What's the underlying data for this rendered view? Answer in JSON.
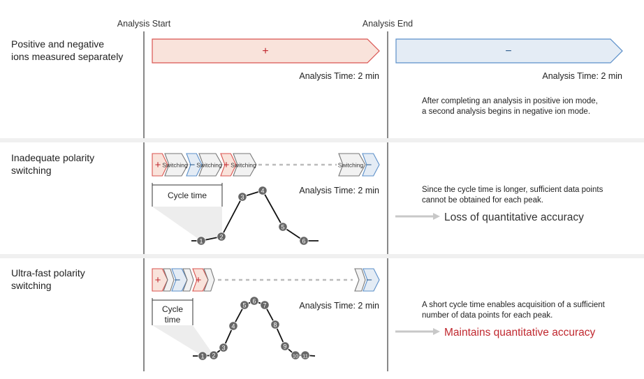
{
  "header": {
    "analysis_start": "Analysis Start",
    "analysis_end": "Analysis End"
  },
  "rows": [
    {
      "title_lines": [
        "Positive and negative",
        "ions measured separately"
      ],
      "segments": [
        "+",
        "−"
      ],
      "time_label_left": "Analysis Time: 2 min",
      "time_label_right": "Analysis Time: 2 min",
      "note_lines": [
        "After completing an analysis in positive ion mode,",
        "a second analysis begins in negative ion mode."
      ]
    },
    {
      "title_lines": [
        "Inadequate polarity",
        "switching"
      ],
      "cycle_blocks": [
        "+",
        "Switching",
        "−",
        "Switching",
        "+",
        "Switching"
      ],
      "end_blocks": [
        "Switching",
        "−"
      ],
      "cycle_label_lines": [
        "Cycle time"
      ],
      "time_label": "Analysis Time: 2 min",
      "point_labels": [
        "1",
        "2",
        "3",
        "4",
        "5",
        "6"
      ],
      "note_lines": [
        "Since the cycle time is longer, sufficient data points",
        "cannot be obtained for each peak."
      ],
      "result": "Loss of quantitative accuracy",
      "result_color": "#333333"
    },
    {
      "title_lines": [
        "Ultra-fast polarity",
        "switching"
      ],
      "cycle_blocks": [
        "+",
        "",
        "−",
        "",
        "+",
        ""
      ],
      "end_blocks": [
        "",
        "−"
      ],
      "cycle_label_lines": [
        "Cycle",
        "time"
      ],
      "time_label": "Analysis Time: 2 min",
      "point_labels": [
        "1",
        "2",
        "3",
        "4",
        "5",
        "6",
        "7",
        "8",
        "9",
        "10",
        "11"
      ],
      "note_lines": [
        "A short cycle time enables acquisition of a sufficient",
        "number of data points for each peak."
      ],
      "result": "Maintains quantitative accuracy",
      "result_color": "#c0282f"
    }
  ],
  "colors": {
    "positive_fill": "#f9e3db",
    "positive_stroke": "#d9534f",
    "positive_text": "#c0282f",
    "negative_fill": "#e4ecf5",
    "negative_stroke": "#5b8fc9",
    "negative_text": "#2f5d8e",
    "switch_fill": "#f2f2f2",
    "switch_stroke": "#777777",
    "point_fill": "#666666"
  }
}
